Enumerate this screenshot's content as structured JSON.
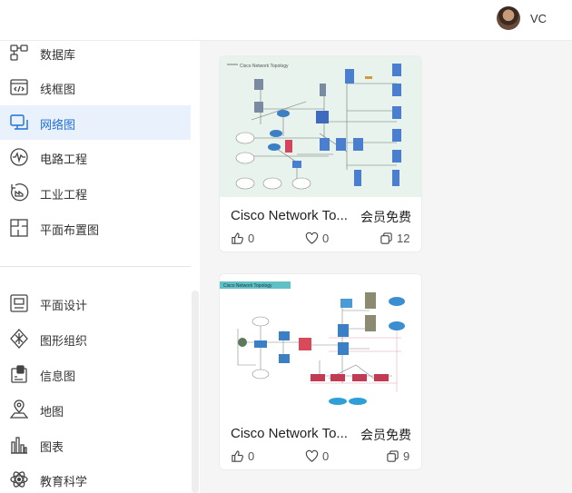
{
  "header": {
    "user_initials": "VC"
  },
  "sidebar": {
    "items": [
      {
        "label": "数据库",
        "icon": "database-icon",
        "active": false
      },
      {
        "label": "线框图",
        "icon": "wireframe-icon",
        "active": false
      },
      {
        "label": "网络图",
        "icon": "network-icon",
        "active": true
      },
      {
        "label": "电路工程",
        "icon": "circuit-icon",
        "active": false
      },
      {
        "label": "工业工程",
        "icon": "industrial-icon",
        "active": false
      },
      {
        "label": "平面布置图",
        "icon": "floorplan-icon",
        "active": false
      },
      {
        "label": "平面设计",
        "icon": "graphic-design-icon",
        "active": false
      },
      {
        "label": "图形组织",
        "icon": "graphic-organizer-icon",
        "active": false
      },
      {
        "label": "信息图",
        "icon": "infographic-icon",
        "active": false
      },
      {
        "label": "地图",
        "icon": "map-icon",
        "active": false
      },
      {
        "label": "图表",
        "icon": "chart-icon",
        "active": false
      },
      {
        "label": "教育科学",
        "icon": "science-icon",
        "active": false
      }
    ]
  },
  "cards": [
    {
      "thumb_title": "Cisco Network Topology",
      "title": "Cisco Network To...",
      "badge": "会员免费",
      "likes": "0",
      "favorites": "0",
      "copies": "12"
    },
    {
      "thumb_title": "Cisco Network Topology",
      "title": "Cisco Network To...",
      "badge": "会员免费",
      "likes": "0",
      "favorites": "0",
      "copies": "9"
    }
  ],
  "colors": {
    "accent": "#1f6fd6",
    "active_bg": "#e8f1fc",
    "thumb1_bg": "#e7f3ec",
    "thumb2_tag": "#5fc1c5"
  }
}
